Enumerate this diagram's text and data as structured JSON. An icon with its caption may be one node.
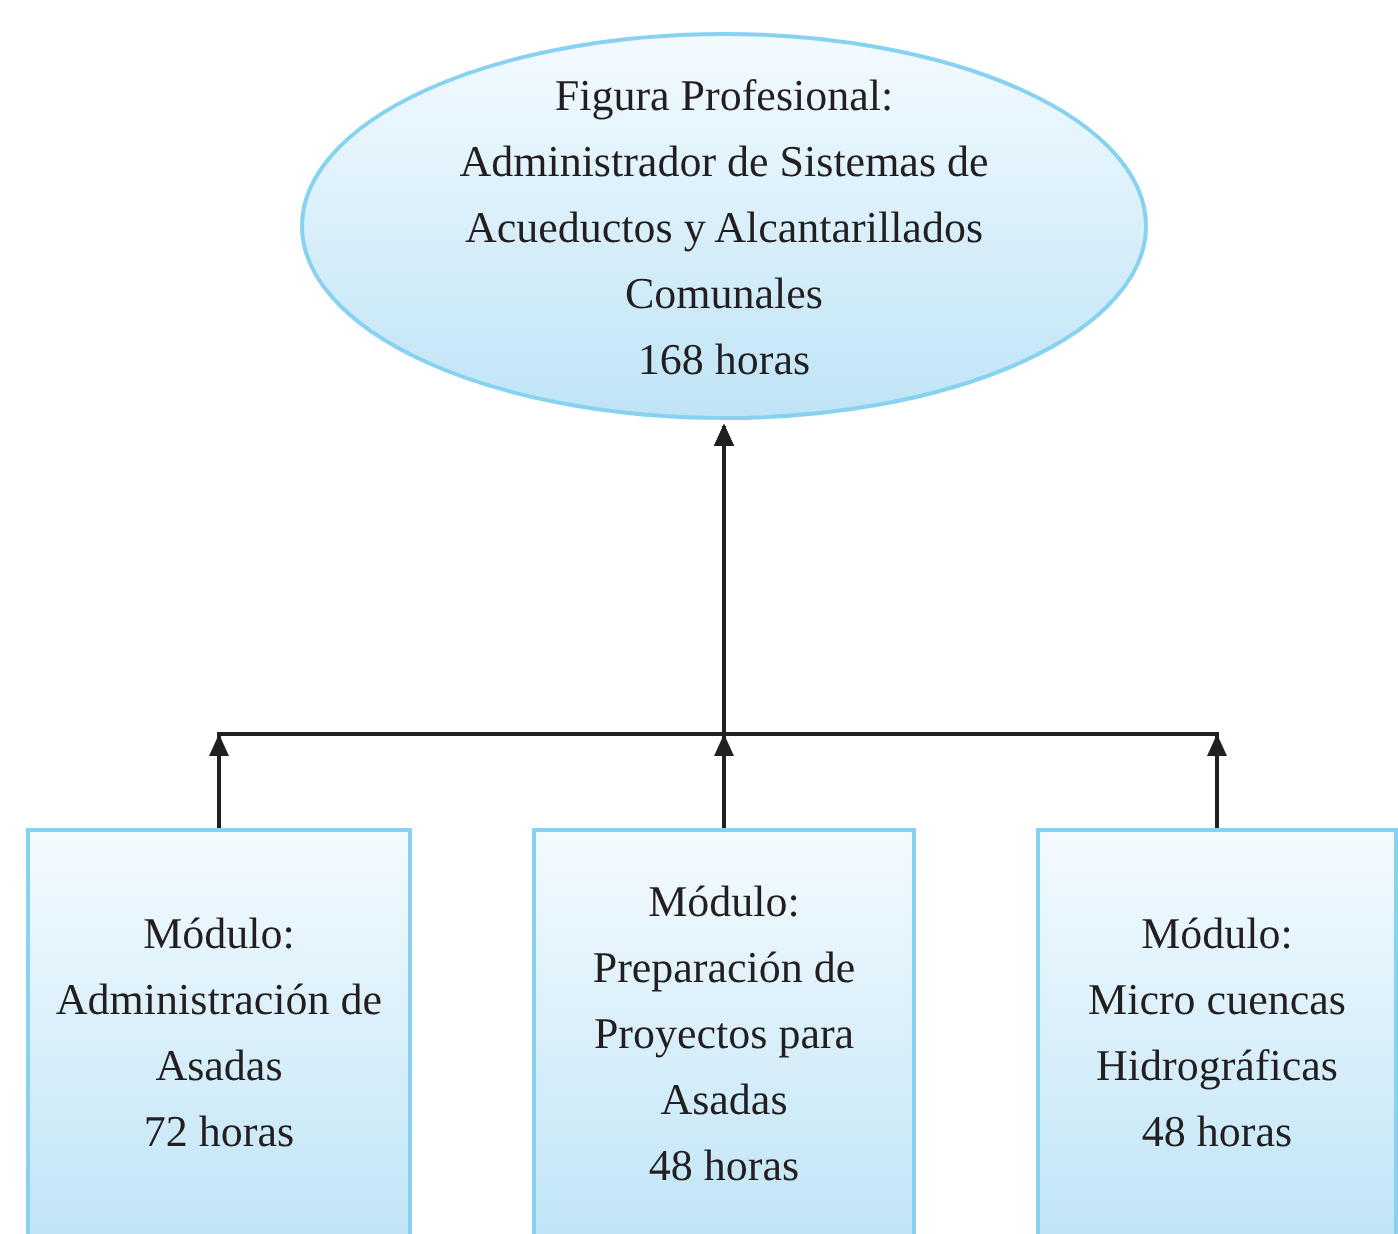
{
  "diagram": {
    "nodes": [
      {
        "text": [
          "Figura Profesional:",
          "Administrador de Sistemas de Acueductos y Alcantarillados Comunales",
          "168 horas"
        ]
      },
      {
        "text": [
          "Módulo:",
          "Administración de Asadas",
          "72 horas"
        ]
      },
      {
        "text": [
          "Módulo:",
          "Preparación de Proyectos para Asadas",
          "48 horas"
        ]
      },
      {
        "text": [
          "Módulo:",
          "Micro cuencas Hidrográficas",
          "48 horas"
        ]
      }
    ],
    "edges": [
      {
        "from": 1,
        "to": 0,
        "arrow": "to"
      },
      {
        "from": 2,
        "to": 0,
        "arrow": "to"
      },
      {
        "from": 3,
        "to": 0,
        "arrow": "to"
      }
    ]
  }
}
